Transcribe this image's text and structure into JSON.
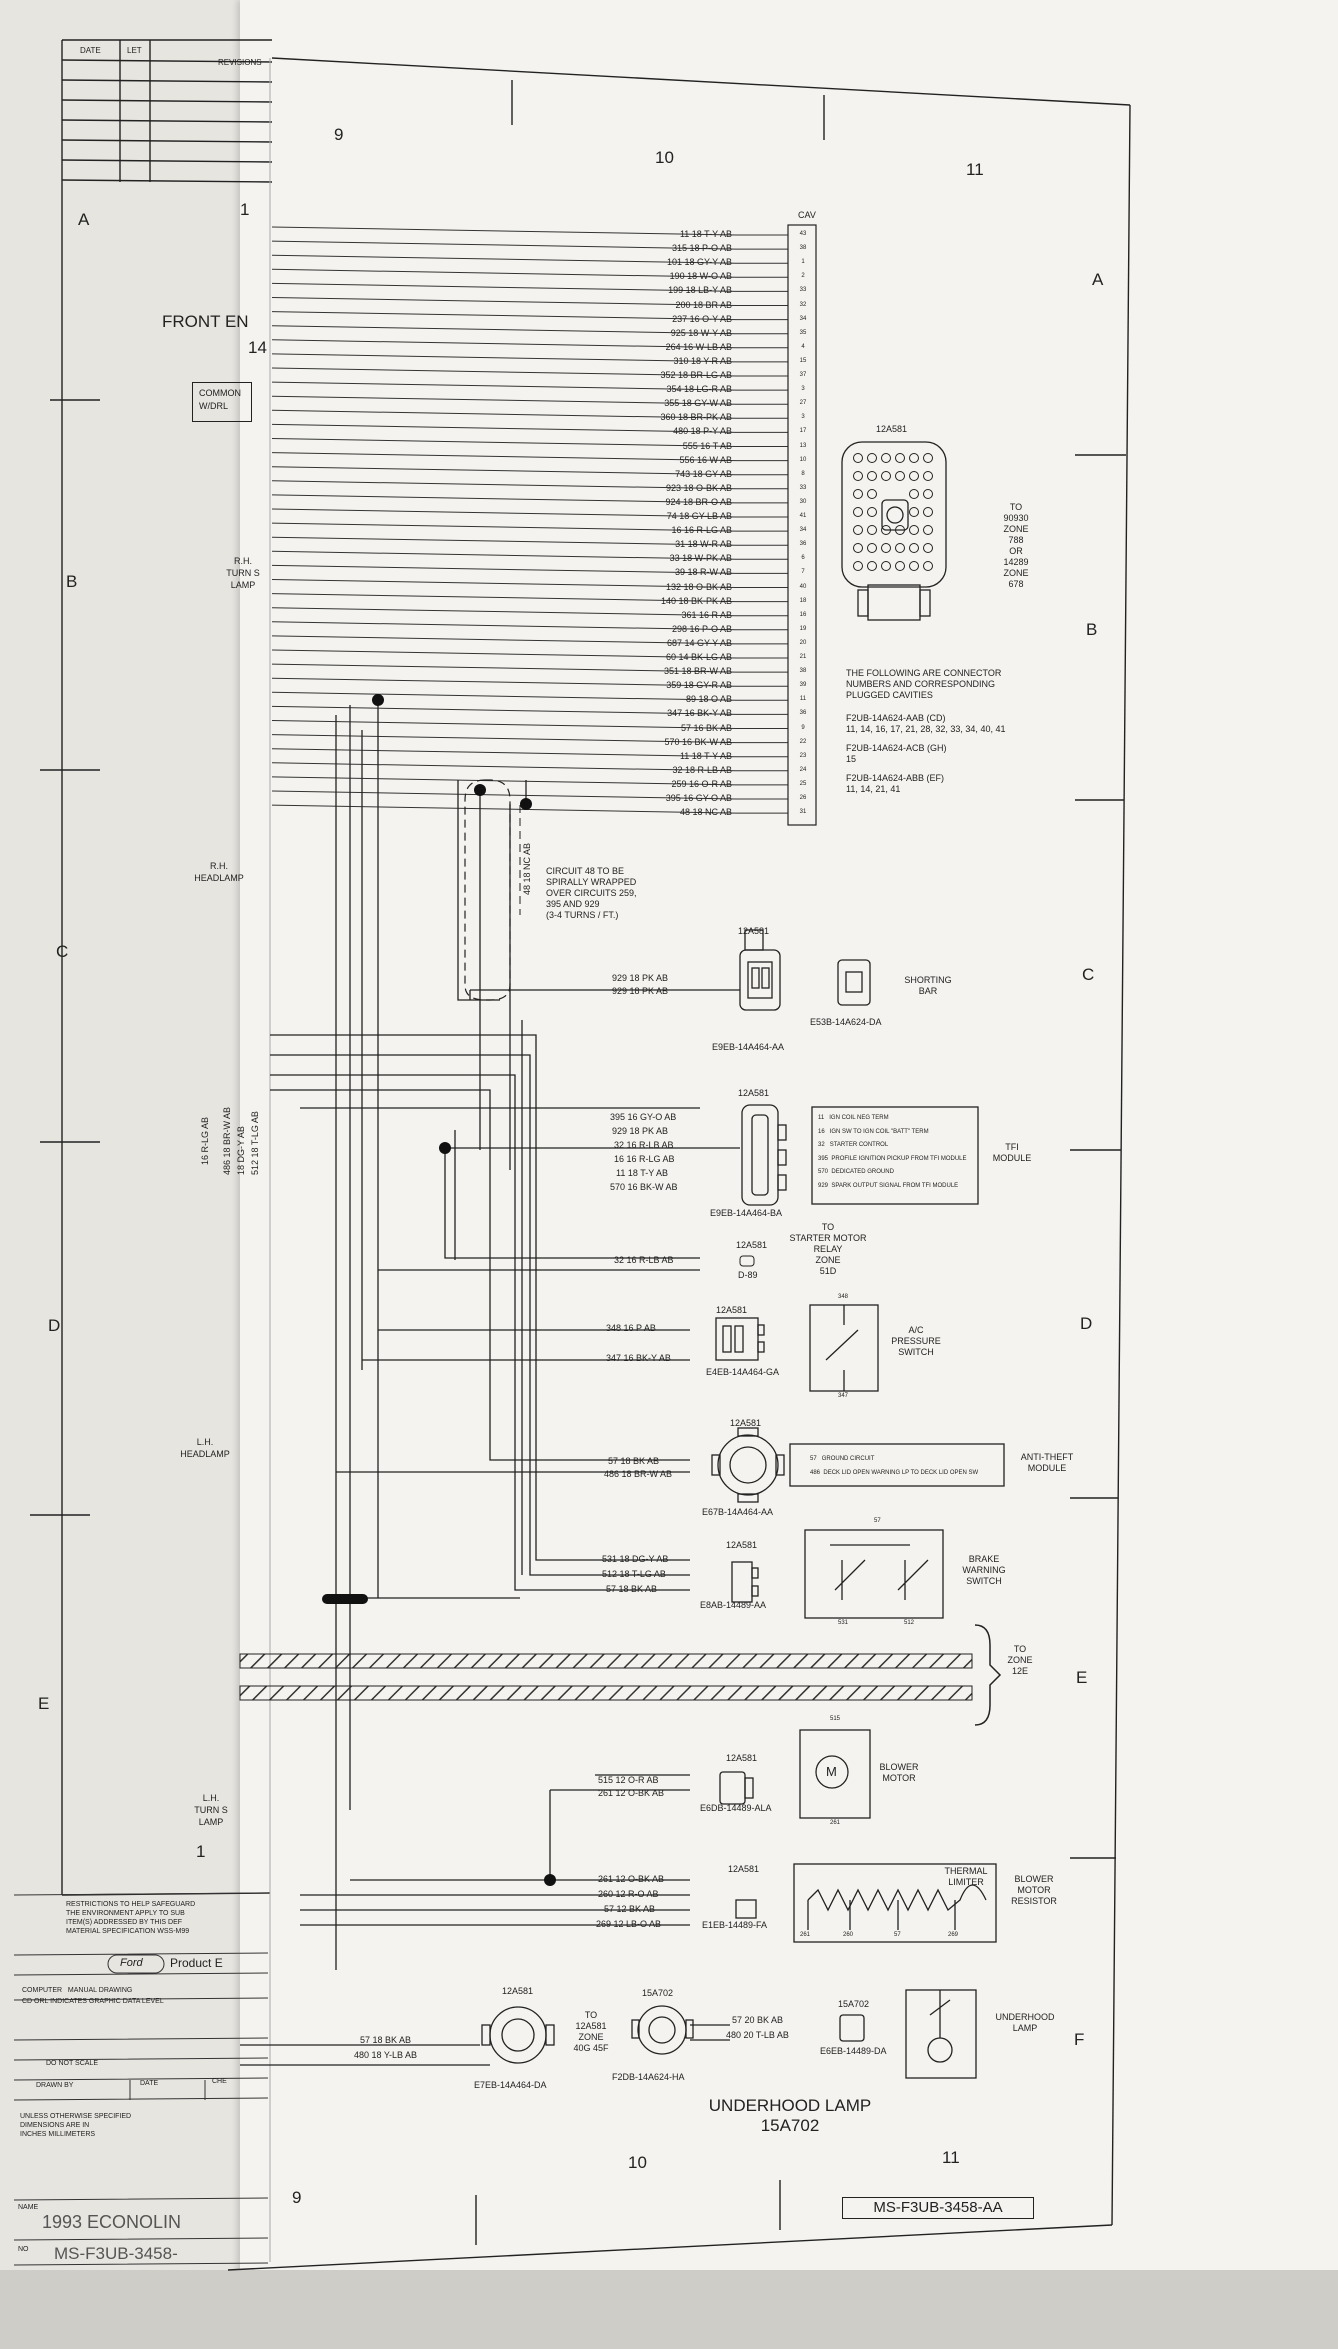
{
  "revision_header": {
    "date": "DATE",
    "ltr": "LET",
    "revisions": "REVISIONS"
  },
  "grid": {
    "top_cols": [
      "9",
      "10",
      "11"
    ],
    "bottom_cols": [
      "9",
      "10",
      "11"
    ],
    "left_col": "1",
    "left_rows": [
      "A",
      "B",
      "C",
      "D",
      "E"
    ],
    "right_rows": [
      "A",
      "B",
      "C",
      "D",
      "E",
      "F"
    ]
  },
  "left_sheet_labels": {
    "front_end": "FRONT EN",
    "front_end_num": "14",
    "common": "COMMON",
    "wdrl": "W/DRL",
    "rh_turn": "R.H.",
    "rh_turn2": "TURN S",
    "rh_turn3": "LAMP",
    "rh_headlamp": "R.H.",
    "rh_headlamp2": "HEADLAMP",
    "lh_headlamp": "L.H.",
    "lh_headlamp2": "HEADLAMP",
    "lh_turn": "L.H.",
    "lh_turn2": "TURN S",
    "lh_turn3": "LAMP"
  },
  "left_wire_labels": [
    "16 R-LG AB",
    "486 18 BR-W AB",
    "18 DG-Y AB",
    "512 18 T-LG AB"
  ],
  "main_connector": {
    "cav_header": "CAV",
    "wires": [
      {
        "label": "11 18 T-Y AB",
        "cav": "43"
      },
      {
        "label": "315 18 P-O AB",
        "cav": "38"
      },
      {
        "label": "101 18 GY-Y AB",
        "cav": "1"
      },
      {
        "label": "190 18 W-O AB",
        "cav": "2"
      },
      {
        "label": "199 18 LB-Y AB",
        "cav": "33"
      },
      {
        "label": "200 18 BR AB",
        "cav": "32"
      },
      {
        "label": "237 16 O-Y AB",
        "cav": "34"
      },
      {
        "label": "925 18 W-Y AB",
        "cav": "35"
      },
      {
        "label": "264 16 W-LB AB",
        "cav": "4"
      },
      {
        "label": "310 18 Y-R AB",
        "cav": "15"
      },
      {
        "label": "352 18 BR-LG AB",
        "cav": "37"
      },
      {
        "label": "354 18 LG-R AB",
        "cav": "3"
      },
      {
        "label": "355 18 GY-W AB",
        "cav": "27"
      },
      {
        "label": "360 18 BR-PK AB",
        "cav": "3"
      },
      {
        "label": "480 18 P-Y AB",
        "cav": "17"
      },
      {
        "label": "555 16 T AB",
        "cav": "13"
      },
      {
        "label": "556 16 W AB",
        "cav": "10"
      },
      {
        "label": "743 18 GY AB",
        "cav": "8"
      },
      {
        "label": "923 18 O-BK AB",
        "cav": "33"
      },
      {
        "label": "924 18 BR-O AB",
        "cav": "30"
      },
      {
        "label": "74 18 GY-LB AB",
        "cav": "41"
      },
      {
        "label": "16 16 R-LG AB",
        "cav": "34"
      },
      {
        "label": "31 18 W-R AB",
        "cav": "36"
      },
      {
        "label": "33 18 W-PK AB",
        "cav": "6"
      },
      {
        "label": "39 18 R-W AB",
        "cav": "7"
      },
      {
        "label": "132 18 O-BK AB",
        "cav": "40"
      },
      {
        "label": "140 18 BK-PK AB",
        "cav": "18"
      },
      {
        "label": "361 16 R AB",
        "cav": "16"
      },
      {
        "label": "298 16 P-O AB",
        "cav": "19"
      },
      {
        "label": "687 14 GY-Y AB",
        "cav": "20"
      },
      {
        "label": "60 14 BK-LG AB",
        "cav": "21"
      },
      {
        "label": "351 18 BR-W AB",
        "cav": "38"
      },
      {
        "label": "359 18 GY-R AB",
        "cav": "39"
      },
      {
        "label": "89 18 O AB",
        "cav": "11"
      },
      {
        "label": "347 16 BK-Y AB",
        "cav": "36"
      },
      {
        "label": "57 16 BK AB",
        "cav": "9"
      },
      {
        "label": "570 16 BK-W AB",
        "cav": "22"
      },
      {
        "label": "11 18 T-Y AB",
        "cav": "23"
      },
      {
        "label": "32 18 R-LB AB",
        "cav": "24"
      },
      {
        "label": "259 16 O-R AB",
        "cav": "25"
      },
      {
        "label": "395 16 GY-O AB",
        "cav": "26"
      },
      {
        "label": "48 18 NC AB",
        "cav": "31"
      }
    ]
  },
  "conn_12a581_large": {
    "id": "12A581",
    "to": "TO",
    "z1": "90930",
    "z2": "ZONE",
    "z3": "788",
    "z4": "OR",
    "z5": "14289",
    "z6": "ZONE",
    "z7": "678"
  },
  "plugged_note": {
    "l1": "THE FOLLOWING ARE CONNECTOR",
    "l2": "NUMBERS AND CORRESPONDING",
    "l3": "PLUGGED CAVITIES",
    "p1": "F2UB-14A624-AAB (CD)",
    "p1v": "11, 14, 16, 17, 21, 28, 32, 33, 34, 40, 41",
    "p2": "F2UB-14A624-ACB (GH)",
    "p2v": "15",
    "p3": "F2UB-14A624-ABB (EF)",
    "p3v": "11, 14, 21, 41"
  },
  "nc_wire": "48 18 NC AB",
  "circuit48": {
    "l1": "CIRCUIT 48 TO BE",
    "l2": "SPIRALLY WRAPPED",
    "l3": "OVER CIRCUITS 259,",
    "l4": "395 AND 929",
    "l5": "(3-4 TURNS / FT.)"
  },
  "shorting": {
    "w1": "929 18 PK AB",
    "w2": "929 18 PK AB",
    "id": "12A581",
    "part": "E9EB-14A464-AA",
    "sb_part": "E53B-14A624-DA",
    "sb1": "SHORTING",
    "sb2": "BAR"
  },
  "tfi": {
    "id": "12A581",
    "part": "E9EB-14A464-BA",
    "label": "TFI",
    "label2": "MODULE",
    "wires": [
      "395 16 GY-O AB",
      "929 18 PK AB",
      "32 16 R-LB AB",
      "16 16 R-LG AB",
      "11 18 T-Y AB",
      "570 16 BK-W AB"
    ],
    "table": [
      {
        "n": "11",
        "d": "IGN COIL NEG TERM"
      },
      {
        "n": "16",
        "d": "IGN SW TO IGN COIL \"BATT\" TERM"
      },
      {
        "n": "32",
        "d": "STARTER CONTROL"
      },
      {
        "n": "395",
        "d": "PROFILE IGNITION PICKUP FROM TFI MODULE"
      },
      {
        "n": "570",
        "d": "DEDICATED GROUND"
      },
      {
        "n": "929",
        "d": "SPARK OUTPUT SIGNAL FROM TFI MODULE"
      }
    ]
  },
  "starter": {
    "wire": "32 16 R-LB AB",
    "id": "12A581",
    "part": "D-89",
    "to": "TO",
    "l1": "STARTER MOTOR",
    "l2": "RELAY",
    "l3": "ZONE",
    "l4": "51D"
  },
  "ac": {
    "w1": "348 16 P AB",
    "w2": "347 16 BK-Y AB",
    "part": "E4EB-14A464-GA",
    "id": "12A581",
    "l1": "A/C",
    "l2": "PRESSURE",
    "l3": "SWITCH",
    "t1": "348",
    "t2": "347"
  },
  "antitheft": {
    "id": "12A581",
    "w1": "57 18 BK AB",
    "w2": "486 18 BR-W AB",
    "part": "E67B-14A464-AA",
    "r1n": "57",
    "r1": "GROUND CIRCUIT",
    "r2n": "486",
    "r2": "DECK LID OPEN WARNING LP TO DECK LID OPEN SW",
    "l1": "ANTI-THEFT",
    "l2": "MODULE"
  },
  "brake": {
    "id": "12A581",
    "w1": "531 18 DG-Y AB",
    "w2": "512 18 T-LG AB",
    "w3": "57 18 BK AB",
    "part": "E8AB-14489-AA",
    "l1": "BRAKE",
    "l2": "WARNING",
    "l3": "SWITCH",
    "t1": "57",
    "t2": "531",
    "t3": "512"
  },
  "zone": {
    "to": "TO",
    "z": "ZONE",
    "n": "12E"
  },
  "blower": {
    "id": "12A581",
    "w1": "515 12 O-R AB",
    "w2": "261 12 O-BK AB",
    "part": "E6DB-14489-ALA",
    "m": "M",
    "l1": "BLOWER",
    "l2": "MOTOR",
    "t1": "515",
    "t2": "261"
  },
  "resistor": {
    "id": "12A581",
    "w1": "261 12 O-BK AB",
    "w2": "260 12 R-O AB",
    "w3": "57 12 BK AB",
    "w4": "269 12 LB-O AB",
    "part": "E1EB-14489-FA",
    "th1": "THERMAL",
    "th2": "LIMITER",
    "l1": "BLOWER",
    "l2": "MOTOR",
    "l3": "RESISTOR",
    "t1": "261",
    "t2": "260",
    "t3": "57",
    "t4": "269"
  },
  "underhood": {
    "c1": "12A581",
    "c1part": "E7EB-14A464-DA",
    "c1w1": "57 18 BK AB",
    "c1w2": "480 18 Y-LB AB",
    "to": "TO",
    "to2": "12A581",
    "to3": "ZONE",
    "to4": "40G 45F",
    "c2": "15A702",
    "c2part": "F2DB-14A624-HA",
    "w1": "57 20 BK AB",
    "w2": "480 20 T-LB AB",
    "c3": "15A702",
    "c3part": "E6EB-14489-DA",
    "l1": "UNDERHOOD",
    "l2": "LAMP",
    "title1": "UNDERHOOD LAMP",
    "title2": "15A702"
  },
  "title_block": {
    "r1": "RESTRICTIONS TO HELP SAFEGUARD",
    "r2": "THE ENVIRONMENT APPLY TO SUB",
    "r3": "ITEM(S) ADDRESSED BY THIS DEF",
    "r4": "MATERIAL SPECIFICATION WSS-M99",
    "ford": "Ford",
    "product": "Product E",
    "computer": "COMPUTER",
    "manual": "MANUAL DRAWING",
    "cd": "CD ORL INDICATES GRAPHIC DATA LEVEL",
    "scale": "DO NOT SCALE",
    "drawn": "DRAWN BY",
    "datebox": "DATE",
    "chk": "CHE",
    "unless": "UNLESS OTHERWISE SPECIFIED",
    "dims": "DIMENSIONS ARE IN",
    "inches": "INCHES MILLIMETERS",
    "name": "NAME",
    "title": "1993 ECONOLIN",
    "no": "NO",
    "number": "MS-F3UB-3458-"
  },
  "drawing_number": "MS-F3UB-3458-AA"
}
